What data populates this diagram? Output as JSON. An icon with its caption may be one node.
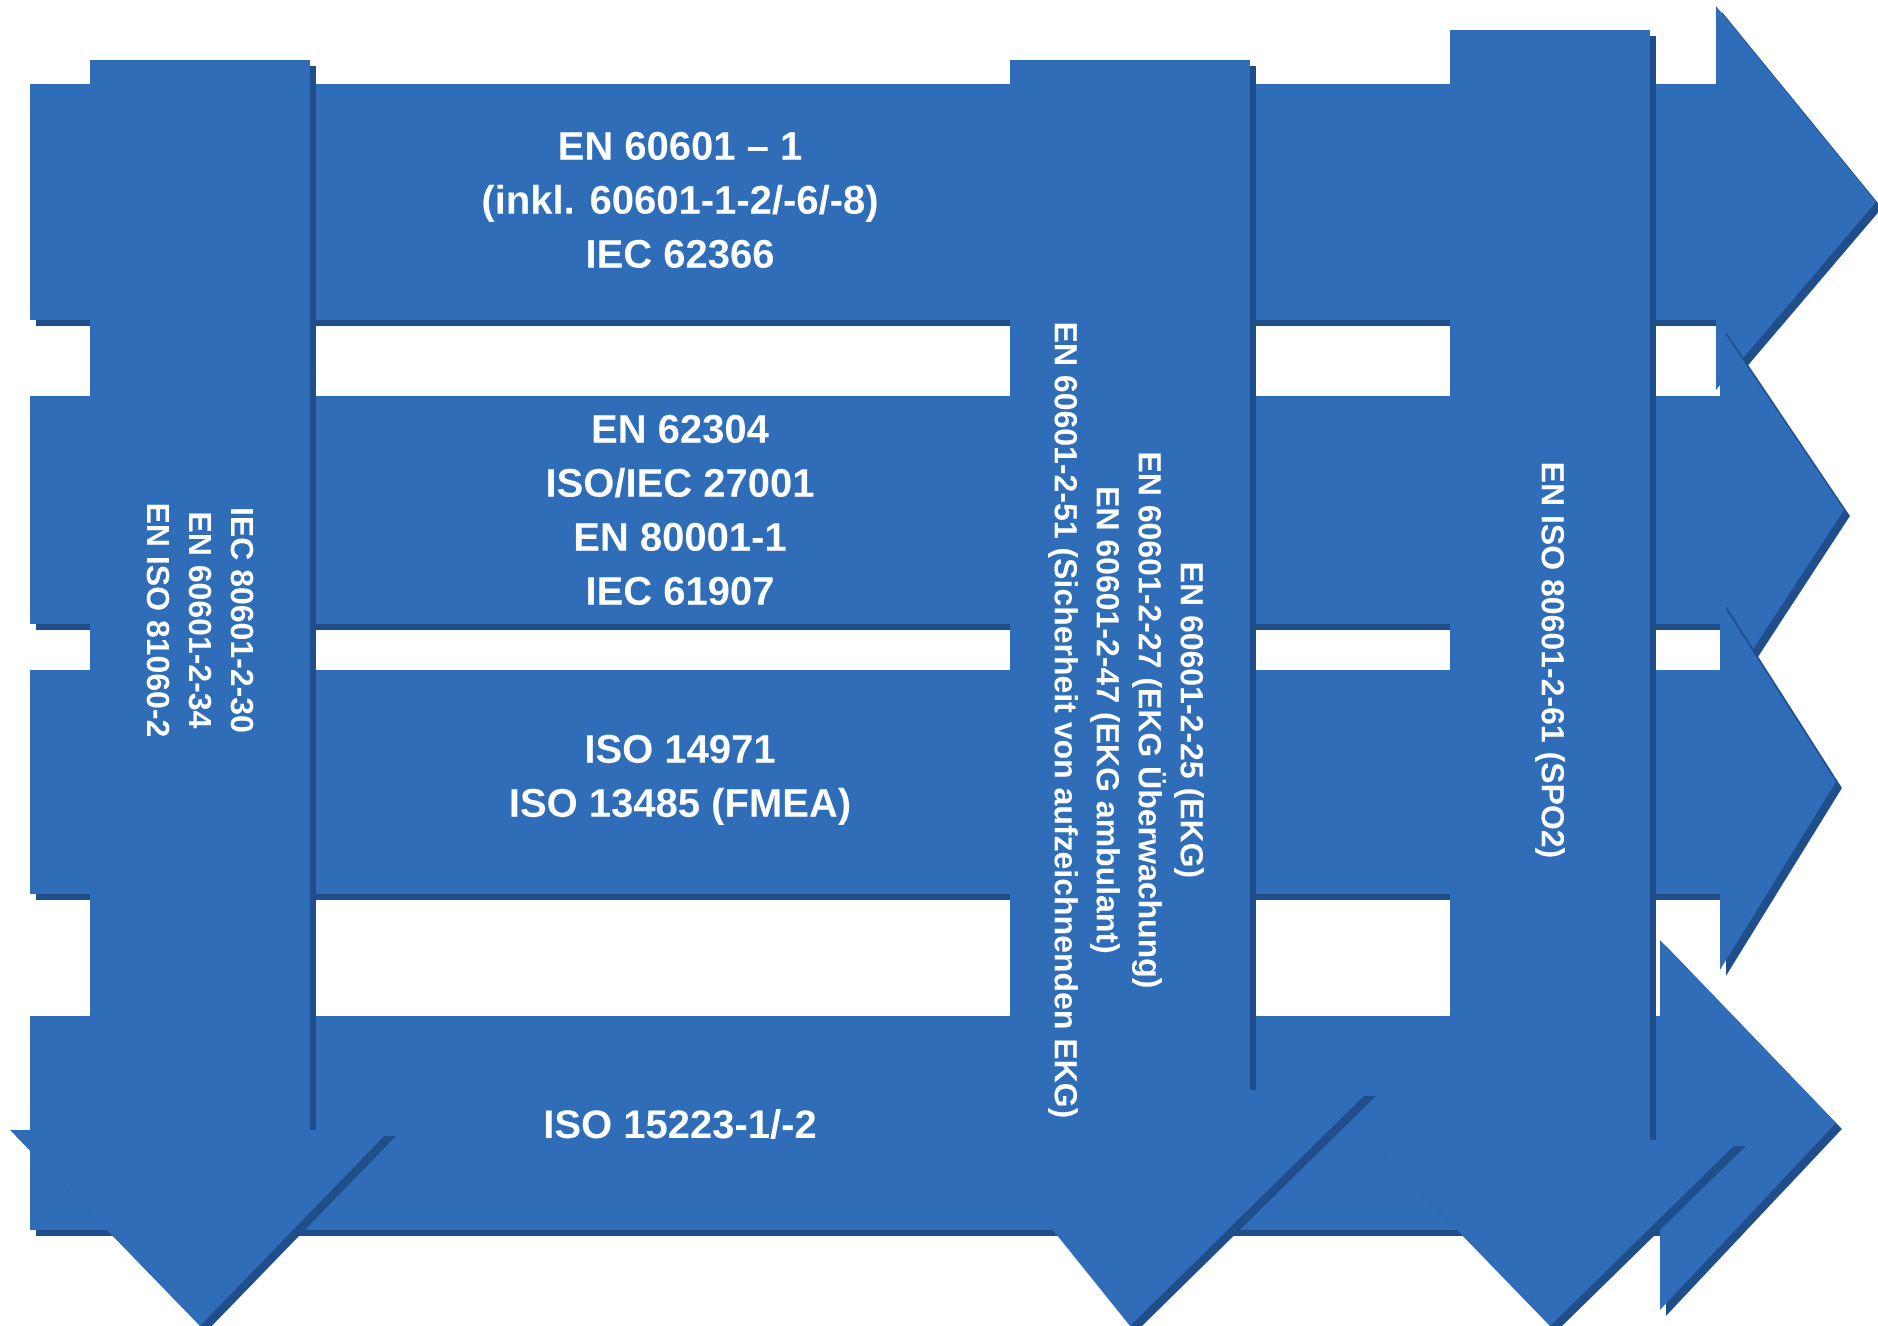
{
  "diagram": {
    "nodes": [
      {
        "text": [
          "EN 60601 – 1",
          "(inkl. 60601-1-2/-6/-8)",
          "IEC 62366"
        ]
      },
      {
        "text": [
          "EN 62304",
          "ISO/IEC 27001",
          "EN 80001-1",
          "IEC 61907"
        ]
      },
      {
        "text": [
          "ISO 14971",
          "ISO 13485 (FMEA)"
        ]
      },
      {
        "text": [
          "ISO 15223-1/-2"
        ]
      },
      {
        "text": [
          "IEC 80601-2-30",
          "EN 60601-2-34",
          "EN ISO 81060-2"
        ]
      },
      {
        "text": [
          "EN 60601-2-25 (EKG)",
          "EN 60601-2-27 (EKG Überwachung)",
          "EN 60601-2-47 (EKG ambulant)",
          "EN 60601-2-51 (Sicherheit von aufzeichnenden EKG)"
        ]
      },
      {
        "text": [
          "EN ISO 80601-2-61 (SPO2)"
        ]
      }
    ]
  }
}
